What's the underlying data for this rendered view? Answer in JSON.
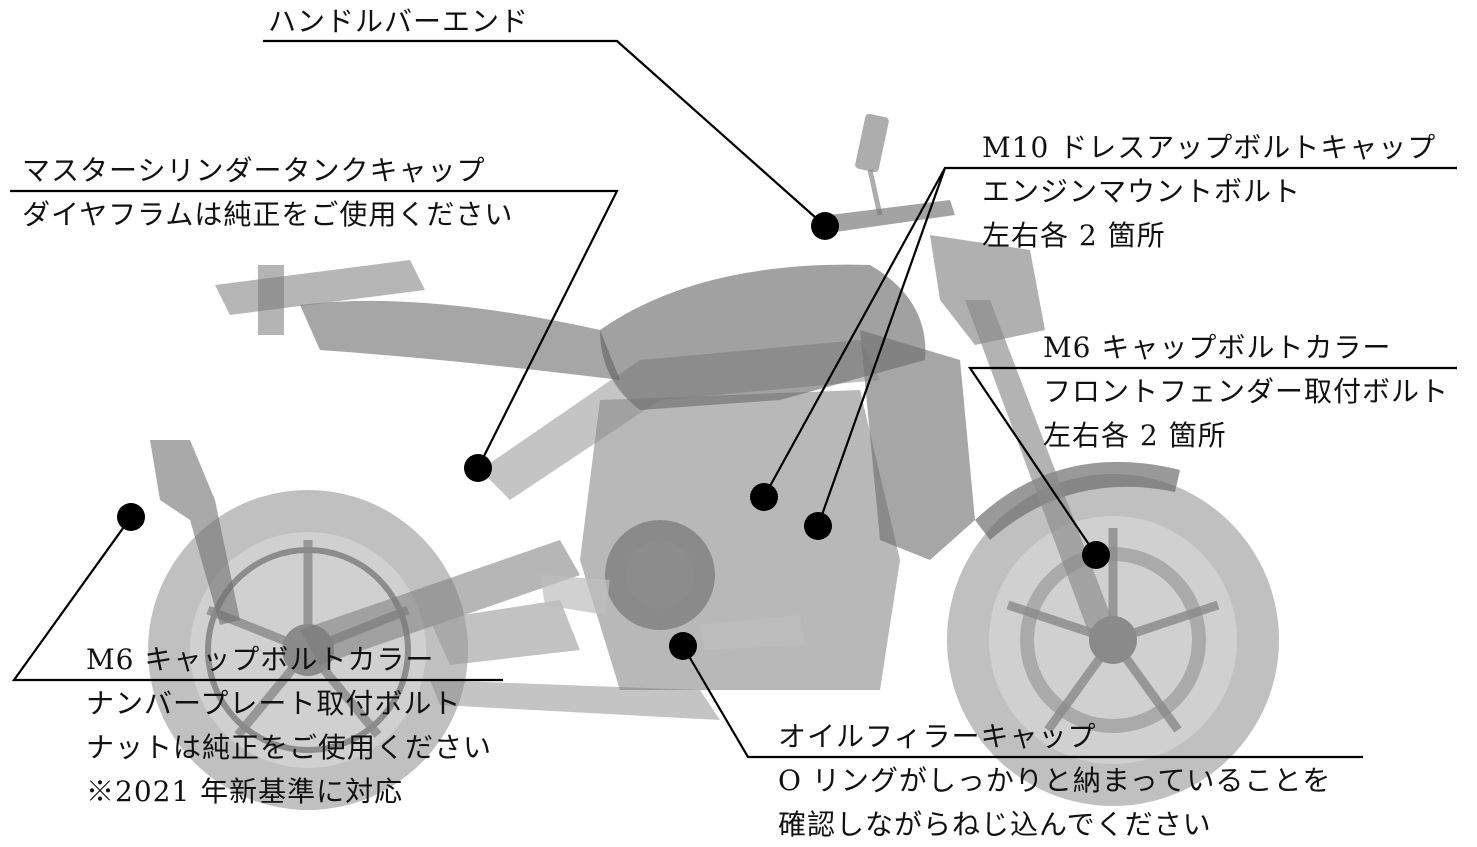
{
  "callouts": [
    {
      "id": "handlebar-end",
      "lines": [
        "ハンドルバーエンド"
      ]
    },
    {
      "id": "master-cylinder",
      "lines": [
        "マスターシリンダータンクキャップ",
        "ダイヤフラムは純正をご使用ください"
      ]
    },
    {
      "id": "m10-dressup",
      "lines": [
        "M10 ドレスアップボルトキャップ",
        "エンジンマウントボルト",
        "左右各 2 箇所"
      ]
    },
    {
      "id": "m6-front",
      "lines": [
        "M6 キャップボルトカラー",
        "フロントフェンダー取付ボルト",
        "左右各 2 箇所"
      ]
    },
    {
      "id": "m6-rear",
      "lines": [
        "M6 キャップボルトカラー",
        "ナンバープレート取付ボルト",
        "ナットは純正をご使用ください",
        "※2021 年新基準に対応"
      ]
    },
    {
      "id": "oil-filler",
      "lines": [
        "オイルフィラーキャップ",
        "O リングがしっかりと納まっていることを",
        "確認しながらねじ込んでください"
      ]
    }
  ],
  "colors": {
    "marker": "#000000",
    "bike": "#9a9a9a",
    "leader": "#000000"
  }
}
